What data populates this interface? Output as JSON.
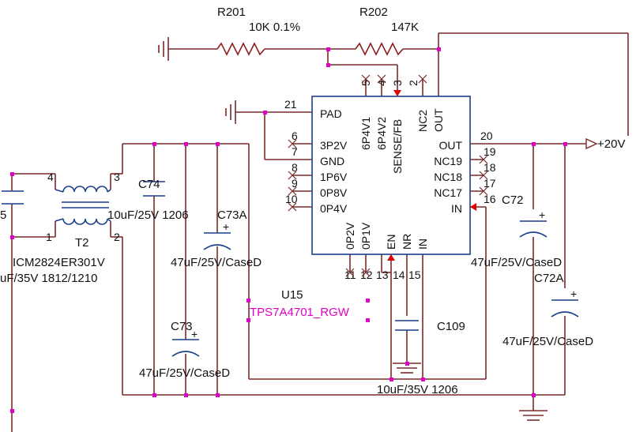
{
  "resistors": {
    "r201": {
      "ref": "R201",
      "value": "10K 0.1%"
    },
    "r202": {
      "ref": "R202",
      "value": "147K"
    }
  },
  "ic": {
    "ref": "U15",
    "part": "TPS7A4701_RGW",
    "left_pins": [
      "PAD",
      "3P2V",
      "GND",
      "1P6V",
      "0P8V",
      "0P4V"
    ],
    "left_pin_numbers": [
      "21",
      "6",
      "7",
      "8",
      "9",
      "10"
    ],
    "top_pins": [
      "6P4V1",
      "6P4V2",
      "SENSE/FB",
      "NC2",
      "OUT"
    ],
    "top_pin_numbers": [
      "5",
      "4",
      "3",
      "2"
    ],
    "right_pins": [
      "OUT",
      "NC19",
      "NC18",
      "NC17",
      "IN"
    ],
    "right_pin_numbers": [
      "20",
      "19",
      "18",
      "17",
      "16"
    ],
    "bottom_pins": [
      "0P2V",
      "0P1V",
      "EN",
      "NR",
      "IN"
    ],
    "bottom_pin_numbers": [
      "11",
      "12",
      "13",
      "14",
      "15"
    ]
  },
  "transformer": {
    "ref": "T2",
    "part": "ICM2824ER301V",
    "pins": [
      "4",
      "1",
      "3",
      "2"
    ]
  },
  "capacitors": {
    "c74": {
      "ref": "C74",
      "value": "10uF/25V 1206"
    },
    "c73a": {
      "ref": "C73A",
      "value": "47uF/25V/CaseD"
    },
    "c73": {
      "ref": "C73",
      "value": "47uF/25V/CaseD"
    },
    "c109": {
      "ref": "C109",
      "value": "10uF/35V 1206"
    },
    "c72": {
      "ref": "C72",
      "value": "47uF/25V/CaseD"
    },
    "c72a": {
      "ref": "C72A",
      "value": "47uF/25V/CaseD"
    },
    "left_partial_ref": "5",
    "left_partial_value": "uF/35V 1812/1210"
  },
  "output_net": "+20V"
}
